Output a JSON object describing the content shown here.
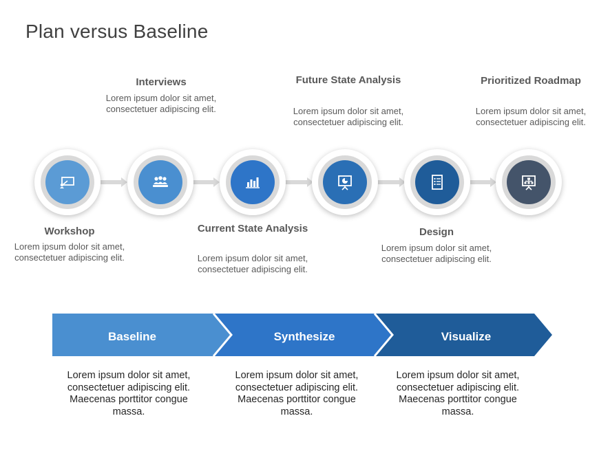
{
  "title": "Plan versus Baseline",
  "colors": {
    "step1": "#5b9bd5",
    "step2": "#4a8fd0",
    "step3": "#2e75c8",
    "step4": "#2a6fb5",
    "step5": "#1f5c99",
    "step6": "#44546a",
    "chevron1": "#4a8fd0",
    "chevron2": "#2e75c8",
    "chevron3": "#1f5c99"
  },
  "steps": [
    {
      "heading": "Workshop",
      "text": "Lorem ipsum dolor sit amet, consectetuer adipiscing elit.",
      "icon": "presentation-board-icon"
    },
    {
      "heading": "Interviews",
      "text": "Lorem ipsum dolor sit amet, consectetuer adipiscing elit.",
      "icon": "group-meeting-icon"
    },
    {
      "heading": "Current State Analysis",
      "text": "Lorem ipsum dolor sit amet, consectetuer adipiscing elit.",
      "icon": "bar-chart-icon"
    },
    {
      "heading": "Future State Analysis",
      "text": "Lorem ipsum dolor sit amet, consectetuer adipiscing elit.",
      "icon": "pie-chart-board-icon"
    },
    {
      "heading": "Design",
      "text": "Lorem ipsum dolor sit amet, consectetuer adipiscing elit.",
      "icon": "document-list-icon"
    },
    {
      "heading": "Prioritized Roadmap",
      "text": "Lorem ipsum dolor sit amet, consectetuer adipiscing elit.",
      "icon": "org-chart-board-icon"
    }
  ],
  "phases": [
    {
      "label": "Baseline",
      "text": "Lorem ipsum dolor sit amet, consectetuer adipiscing elit. Maecenas porttitor congue massa."
    },
    {
      "label": "Synthesize",
      "text": "Lorem ipsum dolor sit amet, consectetuer adipiscing elit. Maecenas porttitor congue massa."
    },
    {
      "label": "Visualize",
      "text": "Lorem ipsum dolor sit amet, consectetuer adipiscing elit. Maecenas porttitor congue massa."
    }
  ]
}
